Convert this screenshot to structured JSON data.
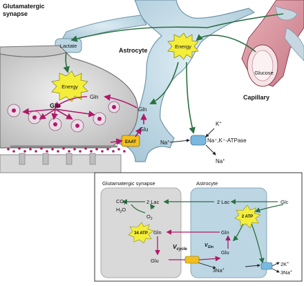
{
  "illustration": {
    "title_synapse": [
      "Glutamatergic",
      "synapse"
    ],
    "astrocyte": "Astrocyte",
    "capillary": "Capillary",
    "lactate": "Lactate",
    "glucose": "Glucose",
    "energy_astro": "Energy",
    "energy_neuron": "Energy",
    "gln_neuron": "Gln",
    "gln_astro": "Gln",
    "glu_neuron": "Glu",
    "glu_astro": "Glu",
    "eaat": "EAAT",
    "na_plus": "Na",
    "atpase": "Na⁺,K⁺-ATPase",
    "k_in": "K",
    "na_out": "Na"
  },
  "schema": {
    "neuron_title": "Glutamatergic synapse",
    "astro_title": "Astrocyte",
    "co2": "CO",
    "h2o": "H",
    "o2": "O",
    "lac_neuron": "2 Lac",
    "lac_astro": "2 Lac",
    "glc": "Glc",
    "atp_neuron": "34 ATP",
    "atp_astro": "2 ATP",
    "gln_neuron": "Gln",
    "gln_astro": "Gln",
    "glu_neuron": "Glu",
    "glu_astro": "Glu",
    "vcycle": "V",
    "vcycle_sub": "cycle",
    "vgln": "V",
    "vgln_sub": "Gln",
    "na3": "3Na",
    "k2": "2K",
    "na3b": "3Na"
  },
  "colors": {
    "magenta": "#b0186a",
    "green": "#2a7040",
    "astro_fill": "#bcd6e3",
    "neuron_fill": "#cfcfcf",
    "burst": "#f4ee3a"
  }
}
